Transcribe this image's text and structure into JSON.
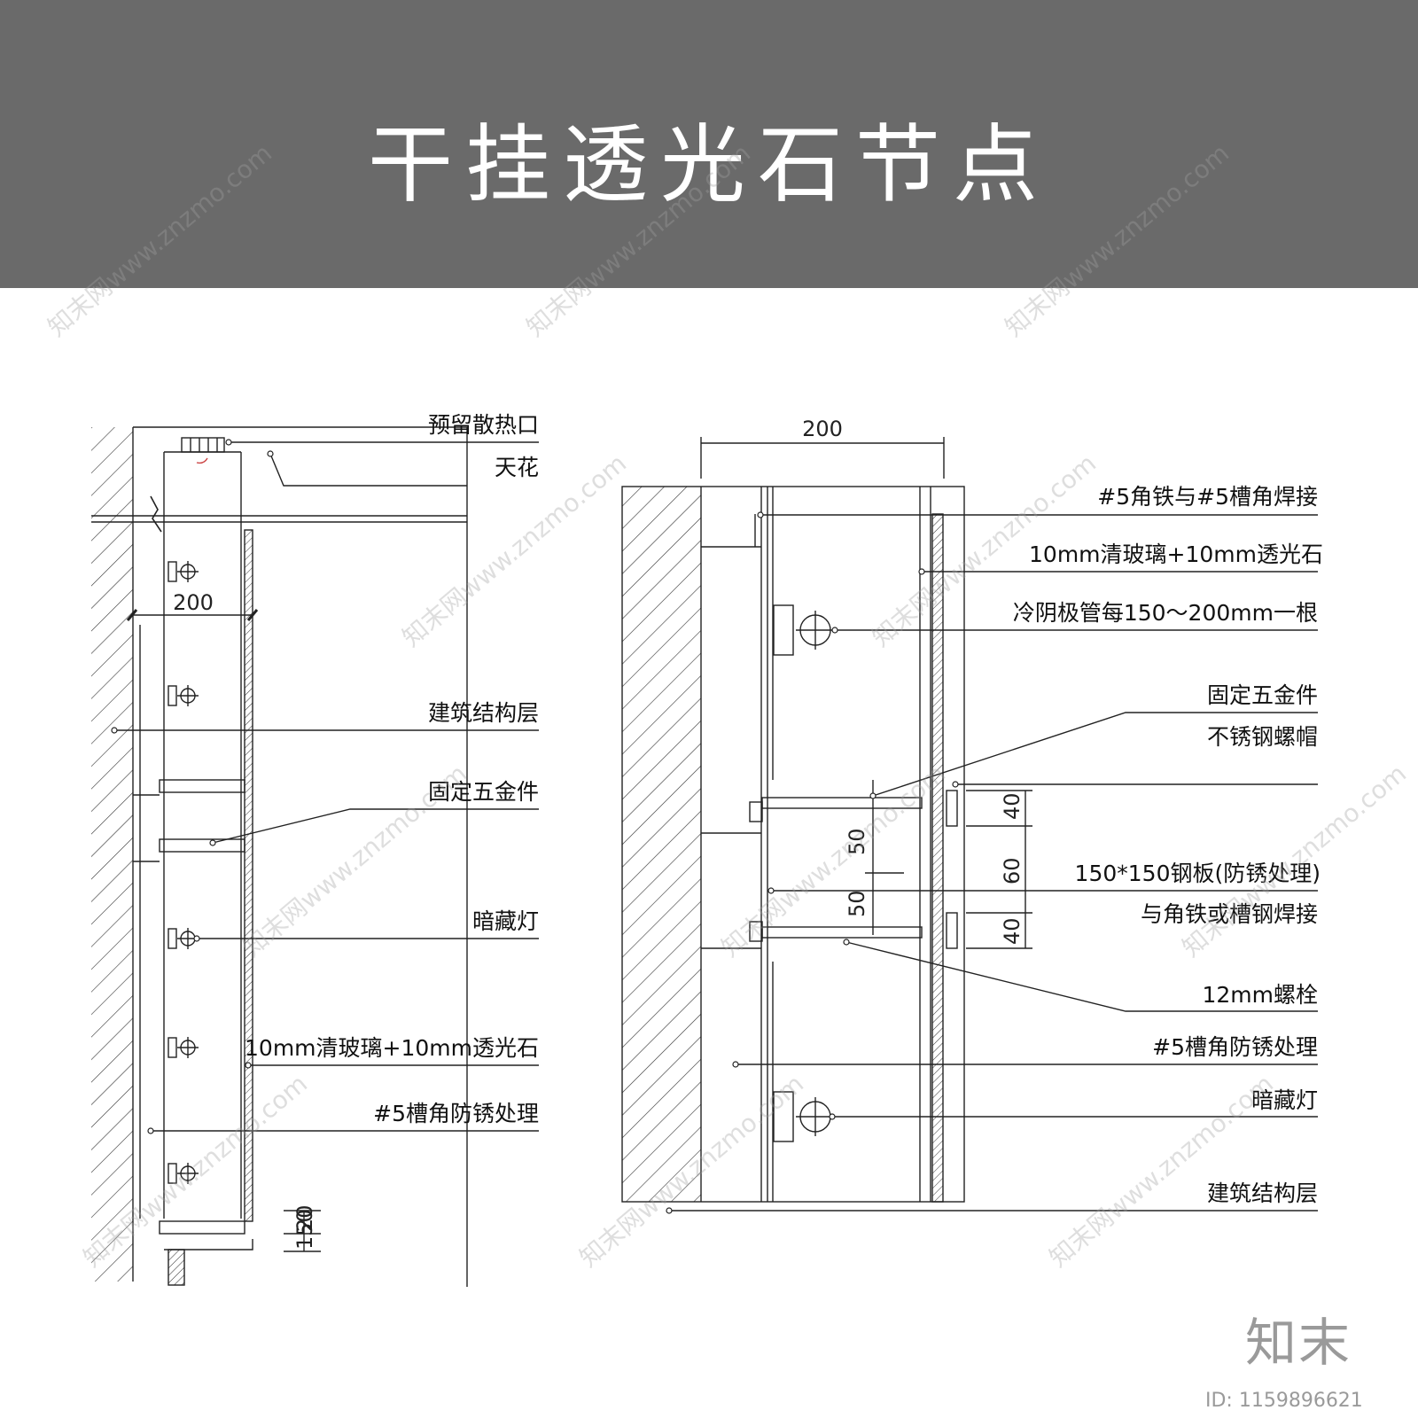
{
  "title": "干挂透光石节点",
  "left": {
    "labels": {
      "vent": "预留散热口",
      "ceiling": "天花",
      "structure": "建筑结构层",
      "fixing": "固定五金件",
      "hidden_light": "暗藏灯",
      "glass_stone": "10mm清玻璃+10mm透光石",
      "channel": "#5槽角防锈处理"
    },
    "dims": {
      "width": "200",
      "bottom": "150",
      "bottom2": "20"
    }
  },
  "right": {
    "labels": {
      "angle_weld": "#5角铁与#5槽角焊接",
      "glass_stone": "10mm清玻璃+10mm透光石",
      "tube": "冷阴极管每150～200mm一根",
      "fixing": "固定五金件",
      "nut": "不锈钢螺帽",
      "plate": "150*150钢板(防锈处理)",
      "plate2": "与角铁或槽钢焊接",
      "bolt": "12mm螺栓",
      "channel": "#5槽角防锈处理",
      "hidden_light": "暗藏灯",
      "structure": "建筑结构层"
    },
    "dims": {
      "width": "200",
      "d40a": "40",
      "d60": "60",
      "d40b": "40",
      "d50a": "50",
      "d50b": "50"
    }
  },
  "brand": "知末",
  "image_id": "ID: 1159896621",
  "watermark": "知末网www.znzmo.com"
}
